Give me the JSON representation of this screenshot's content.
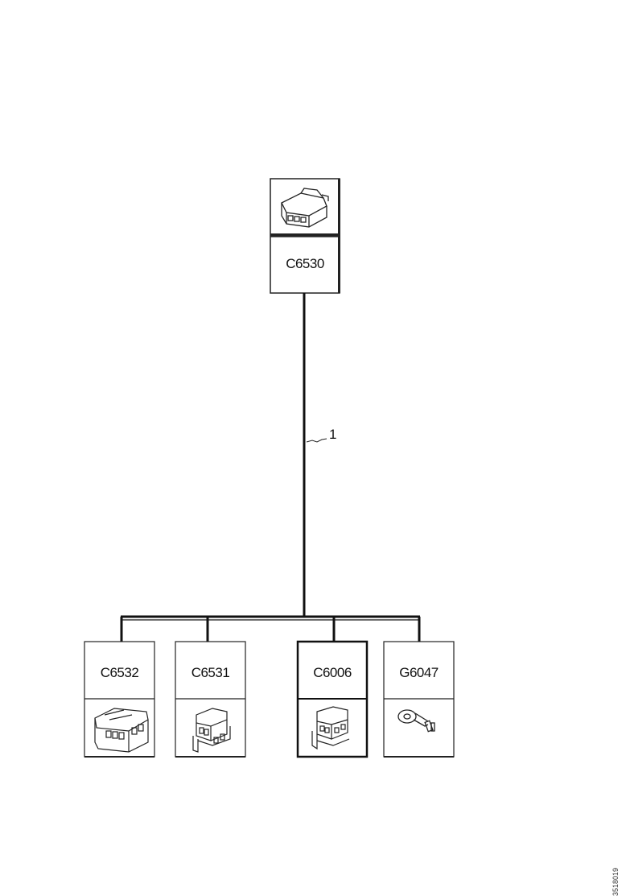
{
  "top_connector": {
    "code": "C6530",
    "icon": "connector-large-icon"
  },
  "wire": {
    "label": "1"
  },
  "bottom_connectors": [
    {
      "code": "C6532",
      "icon": "connector-wide-icon"
    },
    {
      "code": "C6531",
      "icon": "connector-stacked-icon"
    },
    {
      "code": "C6006",
      "icon": "connector-angled-icon"
    },
    {
      "code": "G6047",
      "icon": "ring-terminal-icon"
    }
  ],
  "doc_id": "3518019"
}
